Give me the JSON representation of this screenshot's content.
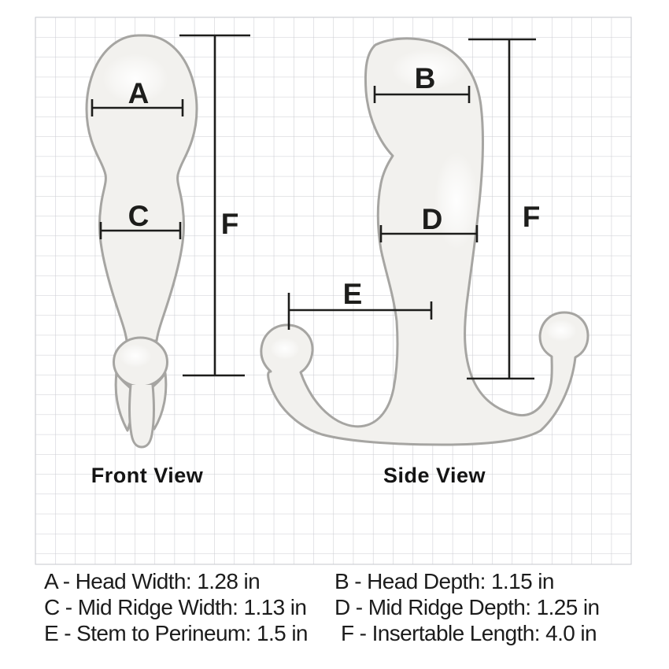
{
  "diagram": {
    "front_view": {
      "caption": "Front View",
      "labels": {
        "a": "A",
        "c": "C",
        "f": "F"
      }
    },
    "side_view": {
      "caption": "Side View",
      "labels": {
        "b": "B",
        "d": "D",
        "e": "E",
        "f": "F"
      }
    }
  },
  "legend": {
    "items": [
      {
        "letter": "A",
        "label": "Head Width",
        "value": "1.28 in",
        "display": "A - Head Width: 1.28 in"
      },
      {
        "letter": "B",
        "label": "Head Depth",
        "value": "1.15 in",
        "display": "B - Head Depth: 1.15 in"
      },
      {
        "letter": "C",
        "label": "Mid Ridge Width",
        "value": "1.13 in",
        "display": "C - Mid Ridge Width: 1.13 in"
      },
      {
        "letter": "D",
        "label": "Mid Ridge Depth",
        "value": "1.25 in",
        "display": "D - Mid Ridge Depth: 1.25 in"
      },
      {
        "letter": "E",
        "label": "Stem to Perineum",
        "value": "1.5 in",
        "display": "E - Stem to Perineum: 1.5 in"
      },
      {
        "letter": "F",
        "label": "Insertable Length",
        "value": "4.0 in",
        "display": "F - Insertable Length: 4.0 in"
      }
    ]
  },
  "colors": {
    "background": "#ffffff",
    "grid_line": "#cbccd2",
    "shape_fill": "#f2f1ee",
    "shape_outline": "#a6a5a2",
    "dimension_line": "#1d1d1b",
    "text": "#1c1c1c"
  }
}
